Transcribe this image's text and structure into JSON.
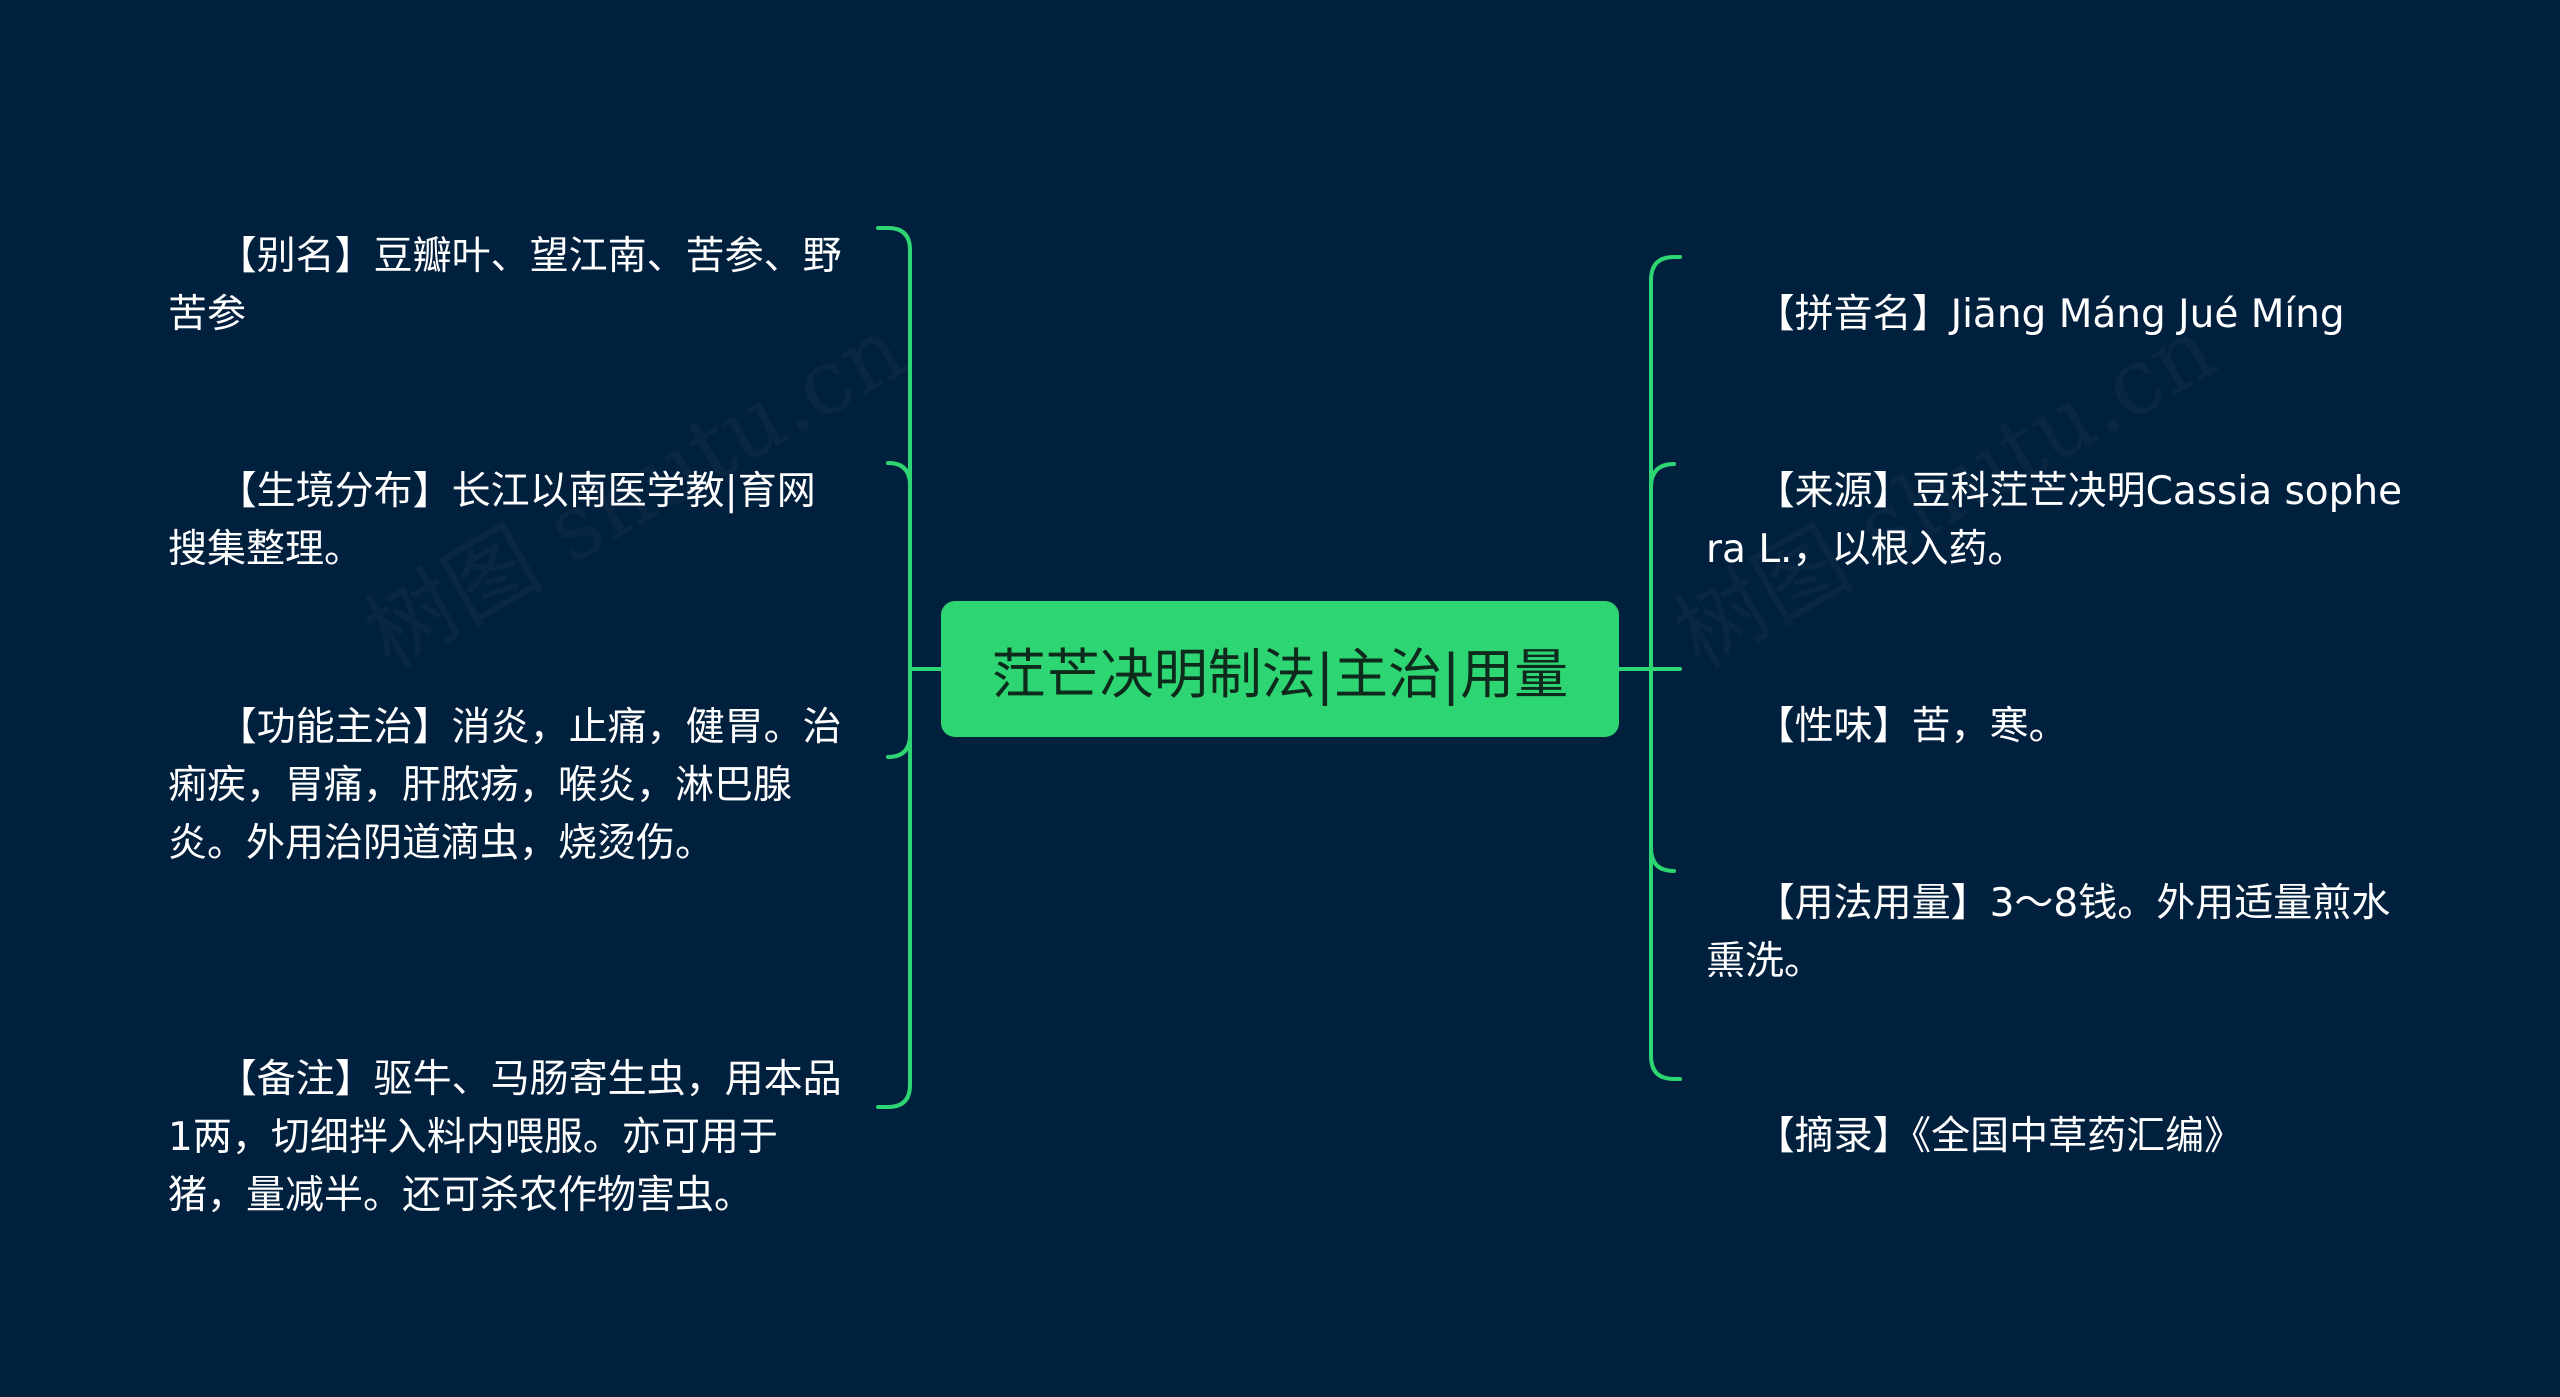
{
  "central": {
    "title": "茳芒决明制法|主治|用量"
  },
  "left_branches": [
    {
      "text": "【别名】豆瓣叶、望江南、苦参、野苦参"
    },
    {
      "text": "【生境分布】长江以南医学教|育网搜集整理。"
    },
    {
      "text": "【功能主治】消炎，止痛，健胃。治痢疾，胃痛，肝脓疡，喉炎，淋巴腺炎。外用治阴道滴虫，烧烫伤。"
    },
    {
      "text": "【备注】驱牛、马肠寄生虫，用本品1两，切细拌入料内喂服。亦可用于猪，量减半。还可杀农作物害虫。"
    }
  ],
  "right_branches": [
    {
      "text": "【拼音名】Jiāng Máng Jué Míng"
    },
    {
      "text": "【来源】豆科茳芒决明Cassia sophera L.，以根入药。"
    },
    {
      "text": "【性味】苦，寒。"
    },
    {
      "text": "【用法用量】3～8钱。外用适量煎水熏洗。"
    },
    {
      "text": "【摘录】《全国中草药汇编》"
    }
  ],
  "colors": {
    "background": "#01203d",
    "central_fill": "#2ed573",
    "connector": "#2ed573",
    "text": "#ffffff"
  }
}
